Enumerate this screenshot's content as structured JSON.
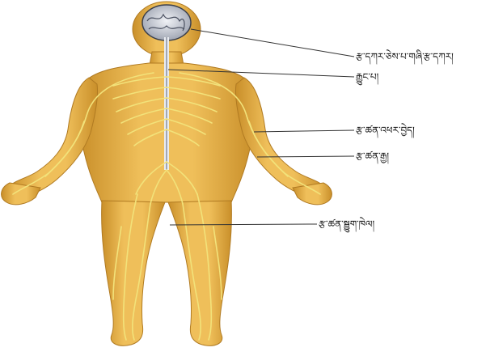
{
  "diagram": {
    "labels": [
      "རྩ་དཀར་ཅེས་པ་གཞི་རྩ་དཀར།",
      "རྒྱུང་པ།",
      "རྩ་ཚན་འཕར་བྱེད།",
      "རྩ་ཚན་རྒྱ།",
      "རྩ་ཚན་སྦྱུག་ཁེལ།"
    ]
  },
  "colors": {
    "skin": "#e8b54e",
    "skin_shadow": "#c98f2a",
    "nerve": "#f2e27a",
    "brain": "#d9dde6",
    "brain_dark": "#5a6070",
    "leader_line": "#333333"
  }
}
